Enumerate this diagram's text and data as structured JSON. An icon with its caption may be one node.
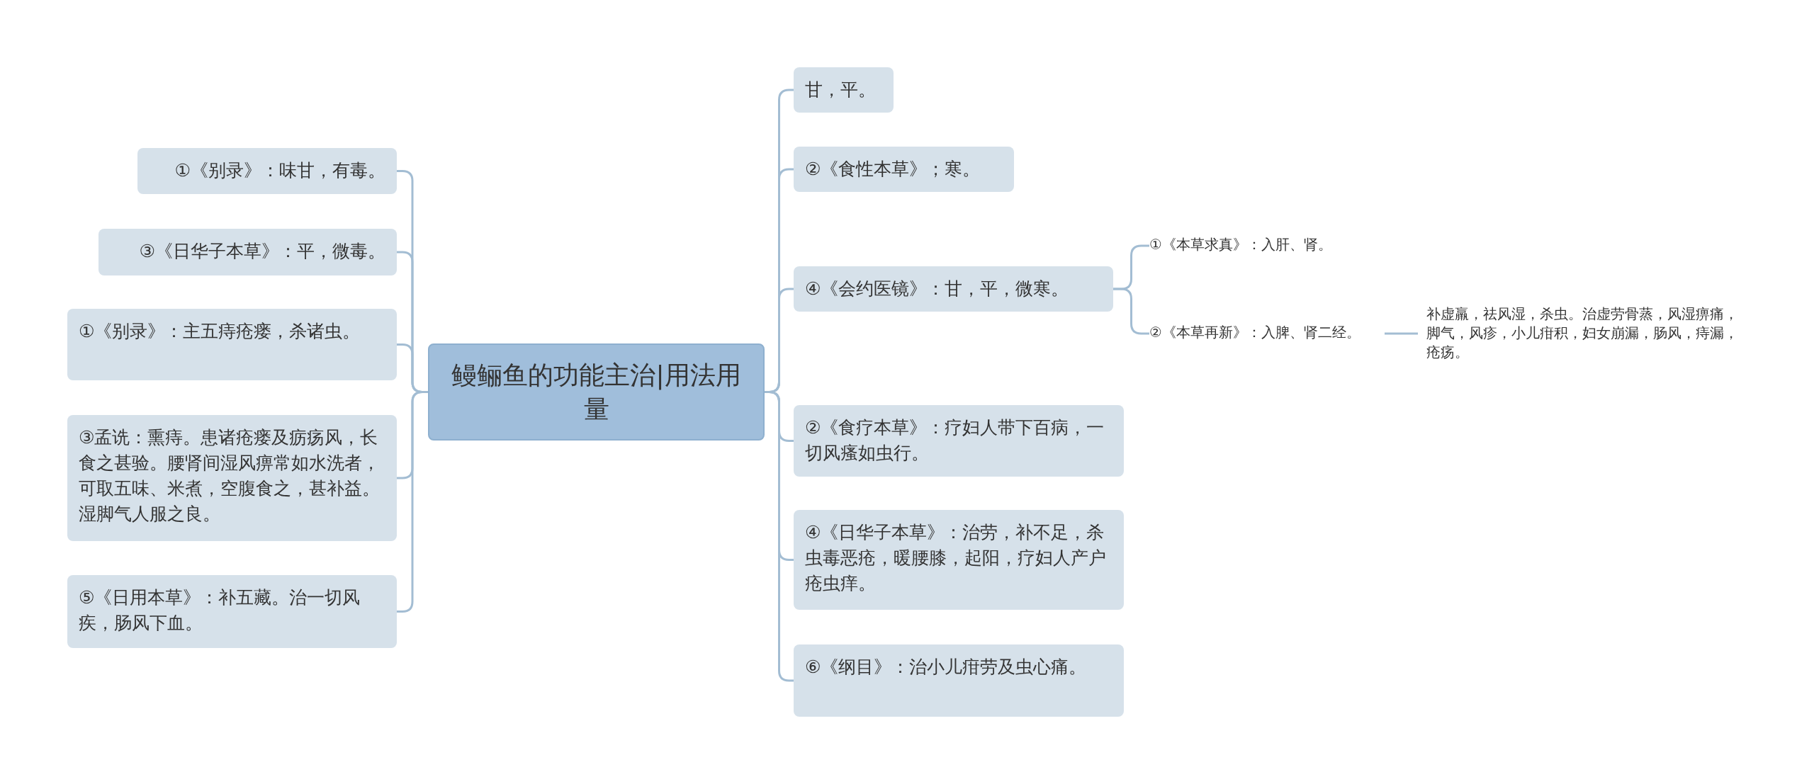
{
  "diagram": {
    "nodes": [
      {
        "text": [
          "鳗鲡鱼的功能主治|用法用量"
        ]
      },
      {
        "text": [
          "①《别录》：味甘，有毒。"
        ]
      },
      {
        "text": [
          "③《日华子本草》：平，微毒。"
        ]
      },
      {
        "text": [
          "①《别录》：主五痔疮瘘，杀诸虫。"
        ]
      },
      {
        "text": [
          "③孟诜：熏痔。患诸疮瘘及疬疡风，长食之甚验。腰肾间湿风痹常如水洗者，可取五味、米煮，空腹食之，甚补益。湿脚气人服之良。"
        ]
      },
      {
        "text": [
          "⑤《日用本草》：补五藏。治一切风疾，肠风下血。"
        ]
      },
      {
        "text": [
          "甘，平。"
        ]
      },
      {
        "text": [
          "②《食性本草》；寒。"
        ]
      },
      {
        "text": [
          "④《会约医镜》：甘，平，微寒。"
        ]
      },
      {
        "text": [
          "②《食疗本草》：疗妇人带下百病，一切风瘙如虫行。"
        ]
      },
      {
        "text": [
          "④《日华子本草》：治劳，补不足，杀虫毒恶疮，暖腰膝，起阳，疗妇人产户疮虫痒。"
        ]
      },
      {
        "text": [
          "⑥《纲目》：治小儿疳劳及虫心痛。"
        ]
      },
      {
        "text": [
          "①《本草求真》：入肝、肾。"
        ]
      },
      {
        "text": [
          "②《本草再新》：入脾、肾二经。"
        ]
      },
      {
        "text": [
          "补虚羸，祛风湿，杀虫。治虚劳骨蒸，风湿痹痛，脚气，风疹，小儿疳积，妇女崩漏，肠风，痔漏，疮疡。"
        ]
      }
    ],
    "edges": [
      {
        "from": 0,
        "to": 1,
        "arrow": "none"
      },
      {
        "from": 0,
        "to": 2,
        "arrow": "none"
      },
      {
        "from": 0,
        "to": 3,
        "arrow": "none"
      },
      {
        "from": 0,
        "to": 4,
        "arrow": "none"
      },
      {
        "from": 0,
        "to": 5,
        "arrow": "none"
      },
      {
        "from": 0,
        "to": 6,
        "arrow": "none"
      },
      {
        "from": 0,
        "to": 7,
        "arrow": "none"
      },
      {
        "from": 0,
        "to": 8,
        "arrow": "none"
      },
      {
        "from": 0,
        "to": 9,
        "arrow": "none"
      },
      {
        "from": 0,
        "to": 10,
        "arrow": "none"
      },
      {
        "from": 0,
        "to": 11,
        "arrow": "none"
      },
      {
        "from": 8,
        "to": 12,
        "arrow": "none"
      },
      {
        "from": 8,
        "to": 13,
        "arrow": "none"
      },
      {
        "from": 13,
        "to": 14,
        "arrow": "none"
      }
    ]
  }
}
